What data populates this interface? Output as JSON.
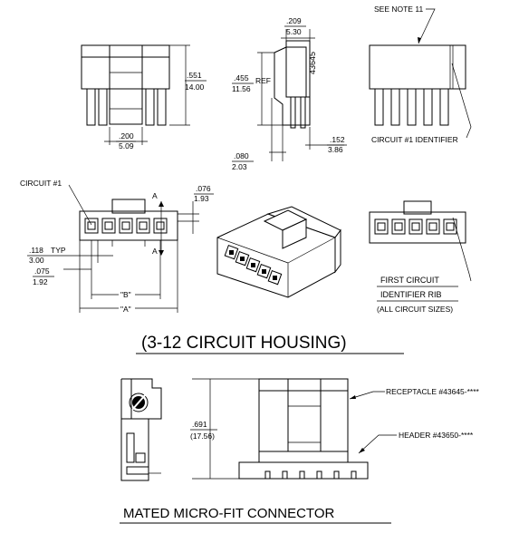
{
  "notes": {
    "see_note": "SEE NOTE 11",
    "circuit1_identifier": "CIRCUIT #1 IDENTIFIER",
    "circuit1": "CIRCUIT #1",
    "first_circuit": "FIRST CIRCUIT",
    "identifier_rib": "IDENTIFIER RIB",
    "all_sizes": "(ALL CIRCUIT SIZES)",
    "ref": "REF",
    "typ": "TYP",
    "section_a": "A",
    "receptacle": "RECEPTACLE #43645-****",
    "header": "HEADER #43650-****"
  },
  "part_number": "43645",
  "dims": {
    "d209_in": ".209",
    "d209_mm": "5.30",
    "d551_in": ".551",
    "d551_mm": "14.00",
    "d455_in": ".455",
    "d455_mm": "11.56",
    "d200_in": ".200",
    "d200_mm": "5.09",
    "d152_in": ".152",
    "d152_mm": "3.86",
    "d080_in": ".080",
    "d080_mm": "2.03",
    "d076_in": ".076",
    "d076_mm": "1.93",
    "d118_in": ".118",
    "d118_mm": "3.00",
    "d075_in": ".075",
    "d075_mm": "1.92",
    "dim_b": "\"B\"",
    "dim_a": "\"A\"",
    "d691_in": ".691",
    "d691_mm": "(17.56)"
  },
  "titles": {
    "housing": "(3-12 CIRCUIT HOUSING)",
    "mated": "MATED MICRO-FIT CONNECTOR"
  }
}
